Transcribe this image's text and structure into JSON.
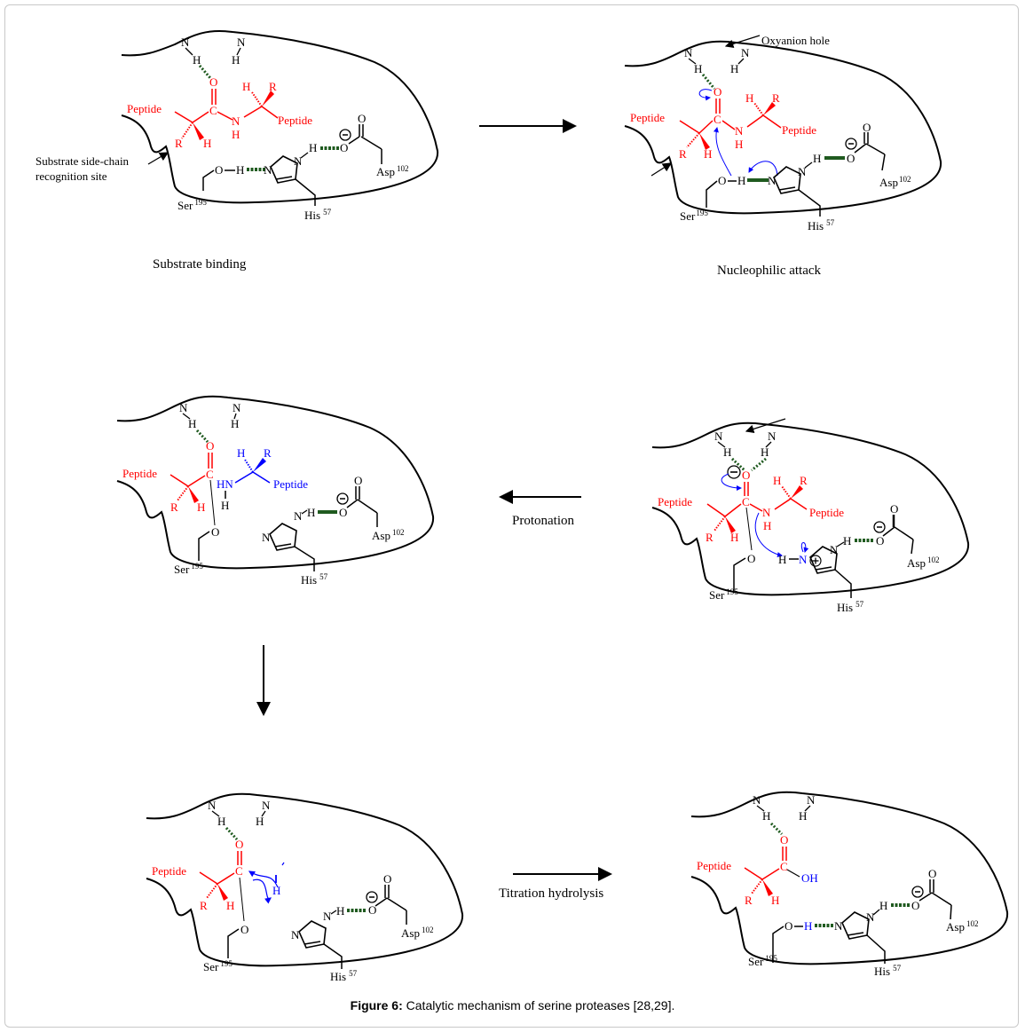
{
  "figure": {
    "caption_label": "Figure 6:",
    "caption_text": " Catalytic mechanism of serine proteases [28,29]."
  },
  "atoms": {
    "N": "N",
    "H": "H",
    "O": "O",
    "C": "C",
    "R": "R",
    "HN": "HN",
    "OH": "OH",
    "peptide": "Peptide",
    "minus": "−",
    "plus": "+"
  },
  "residues": {
    "ser": "Ser",
    "ser_num": "195",
    "his": "His",
    "his_num": "57",
    "asp": "Asp",
    "asp_num": "102"
  },
  "panels": [
    {
      "title": "Substrate binding",
      "annotation": "Substrate side-chain",
      "annotation2": "recognition site"
    },
    {
      "title": "Nucleophilic attack",
      "annotation": "Oxyanion hole"
    },
    {
      "title": ""
    },
    {
      "title": ""
    },
    {
      "title": ""
    },
    {
      "title": ""
    }
  ],
  "steps": {
    "protonation": "Protonation",
    "hydrolysis": "Titration hydrolysis"
  },
  "colors": {
    "substrate": "#ff0000",
    "leaving_group": "#0000ff",
    "hbond": "#1f5a1f",
    "outline": "#000000"
  }
}
